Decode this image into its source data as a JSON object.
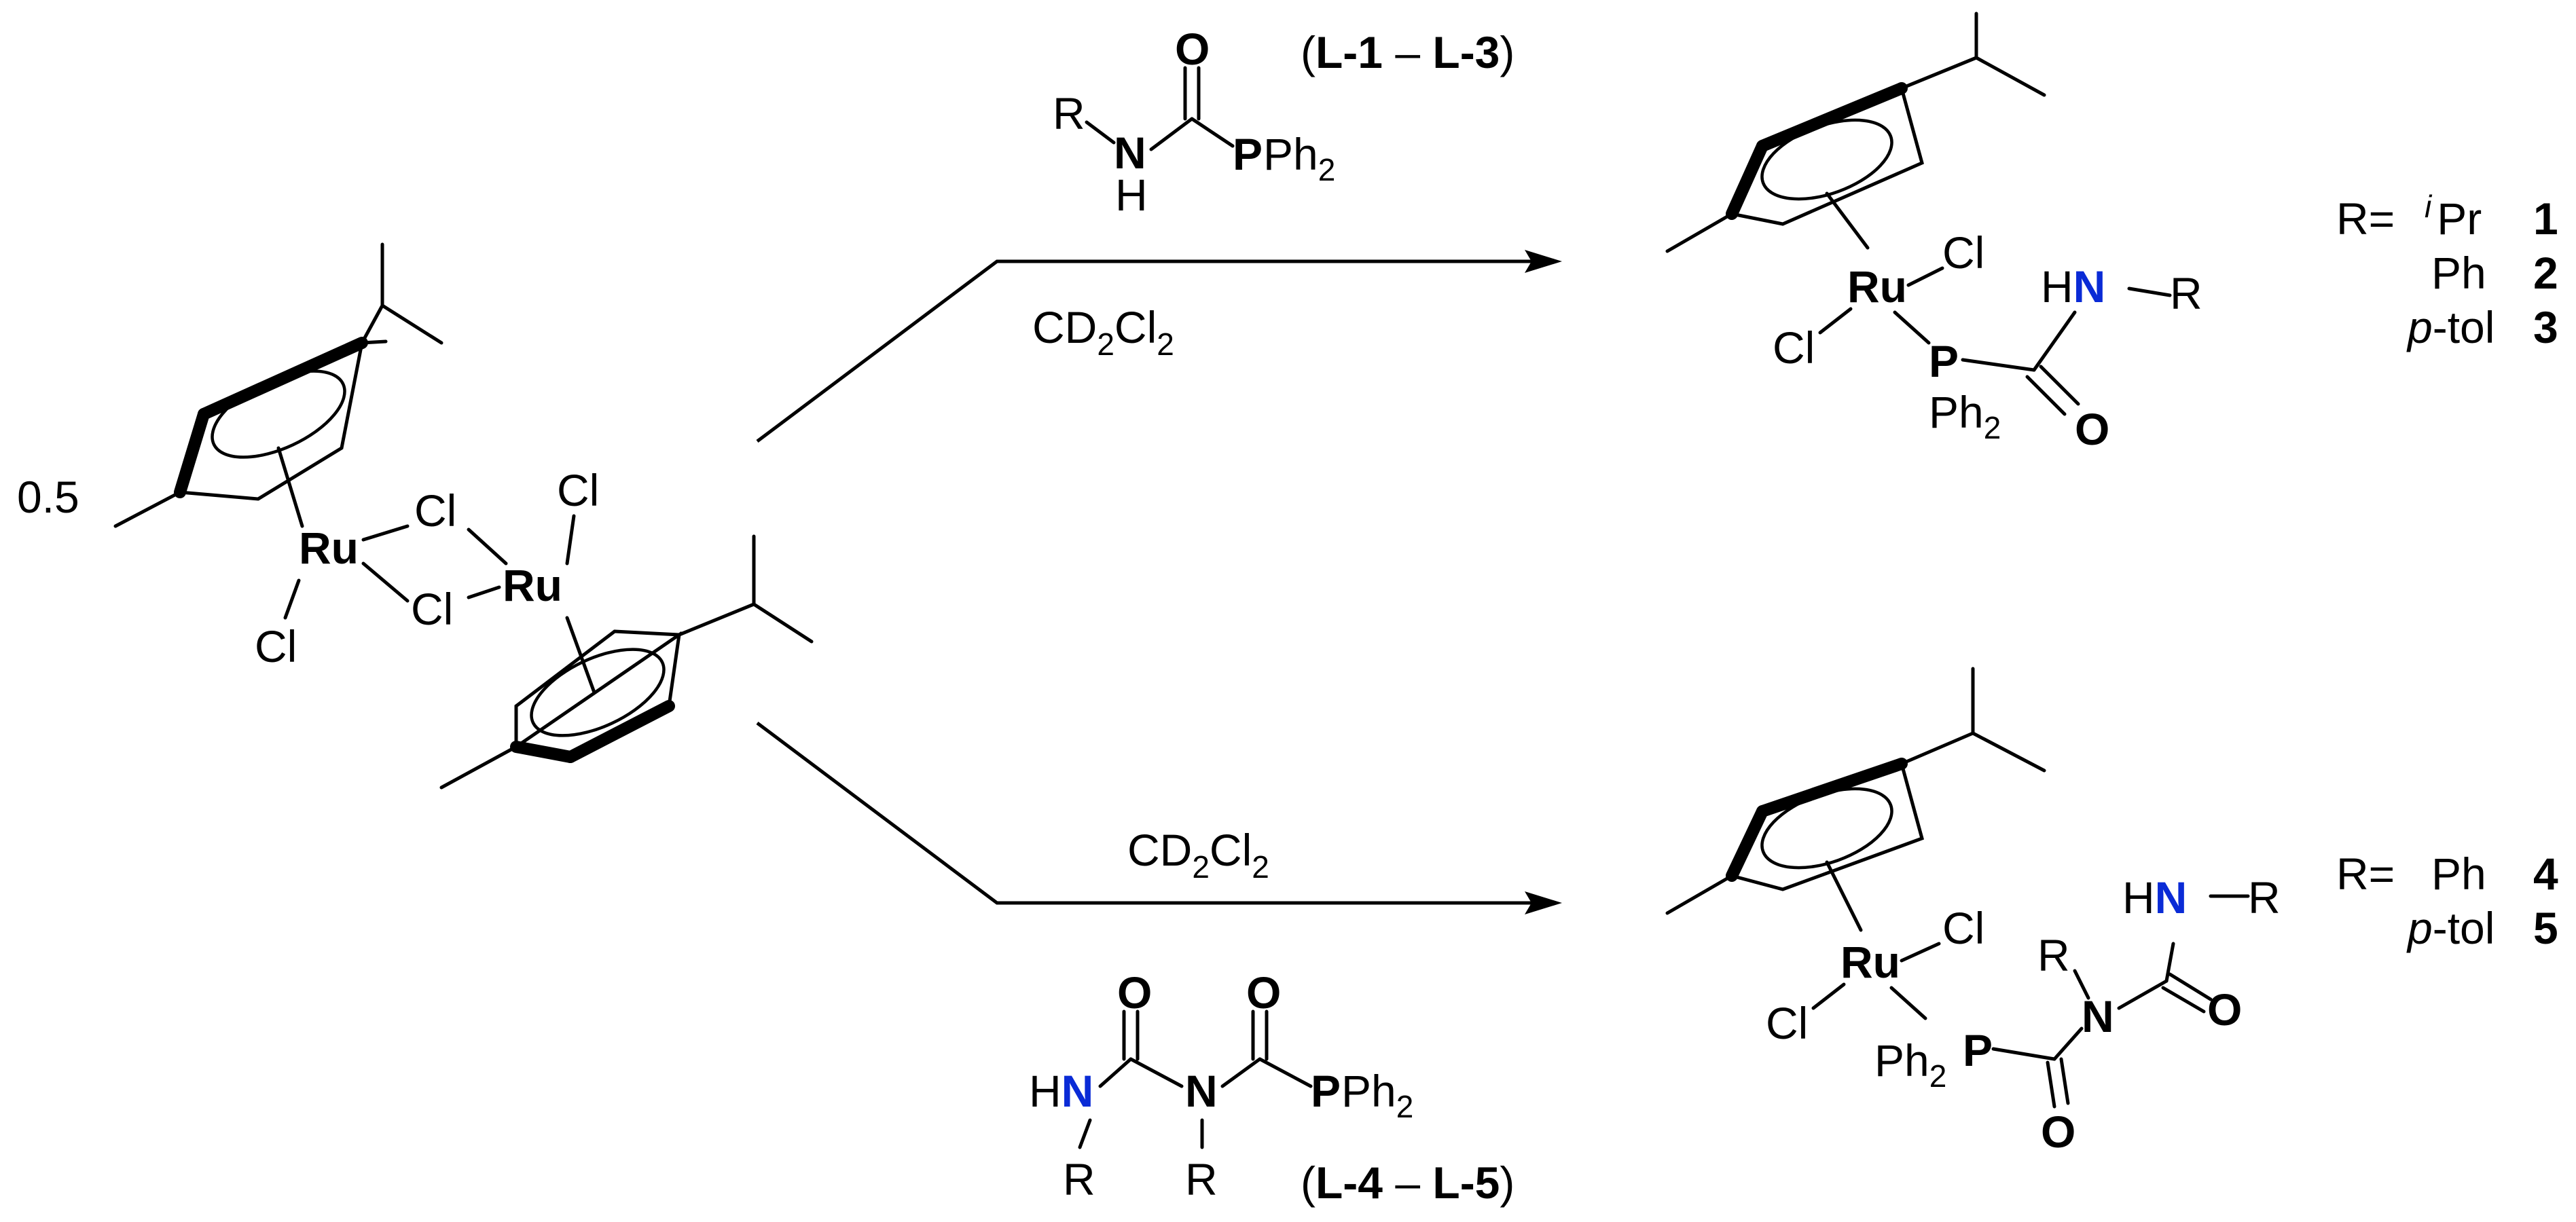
{
  "colors": {
    "ruthenium": "#1a8a1a",
    "phosphorus": "#f5924a",
    "nitrogen": "#0a2bd6",
    "oxygen": "#ff0000",
    "default": "#000000"
  },
  "atoms": {
    "ru": "Ru",
    "cl": "Cl",
    "p": "P",
    "n": "N",
    "o": "O",
    "h": "H",
    "hn": "HN",
    "r": "R",
    "ph": "Ph",
    "ph2_sub": "2"
  },
  "reactant": {
    "stoichiometry": "0.5"
  },
  "top_reaction": {
    "solvent_main": "CD",
    "solvent_sub1": "2",
    "solvent_cl": "Cl",
    "solvent_sub2": "2",
    "ligand_set_open": "(",
    "ligand_set_start": "L-1",
    "ligand_set_dash": " – ",
    "ligand_set_end": "L-3",
    "ligand_set_close": ")"
  },
  "bottom_reaction": {
    "solvent_main": "CD",
    "solvent_sub1": "2",
    "solvent_cl": "Cl",
    "solvent_sub2": "2",
    "ligand_set_open": "(",
    "ligand_set_start": "L-4",
    "ligand_set_dash": " – ",
    "ligand_set_end": "L-5",
    "ligand_set_close": ")"
  },
  "substituents_top": {
    "prefix": "R=",
    "items": [
      {
        "sup": "i",
        "name": "Pr",
        "number": "1"
      },
      {
        "sup": "",
        "name": "Ph",
        "number": "2"
      },
      {
        "sup": "",
        "name": "p",
        "name_rest": "-tol",
        "number": "3"
      }
    ]
  },
  "substituents_bottom": {
    "prefix": "R=",
    "items": [
      {
        "name": "Ph",
        "number": "4"
      },
      {
        "name": "p",
        "name_rest": "-tol",
        "number": "5"
      }
    ]
  }
}
